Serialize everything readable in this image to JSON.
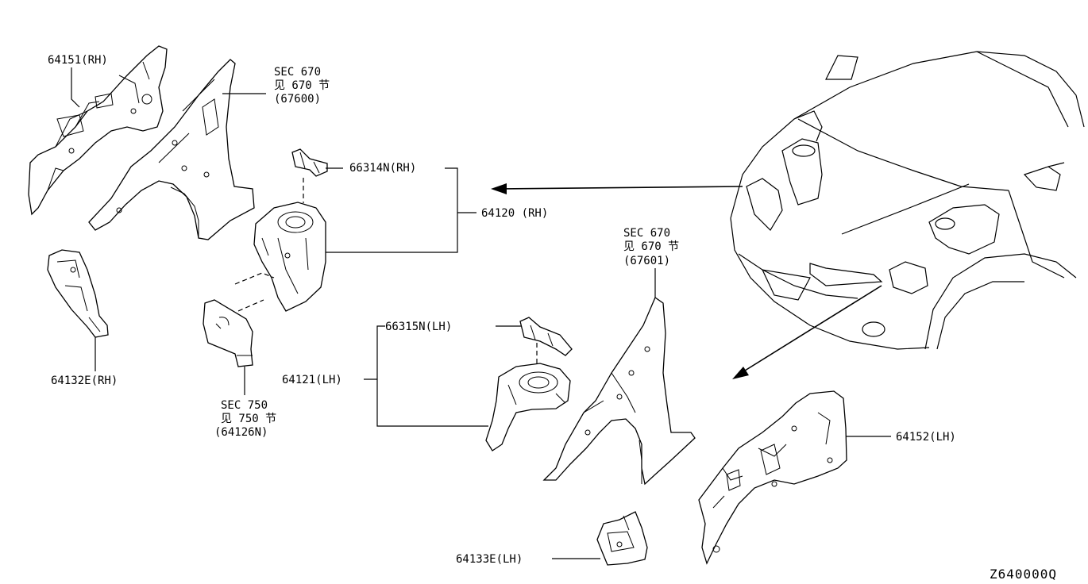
{
  "diagram": {
    "code": "Z640000Q",
    "labels": {
      "p64151_rh": "64151(RH)",
      "p67600_sec": "SEC 670",
      "p67600_jp": "见 670 节",
      "p67600_ref": "(67600)",
      "p66314n_rh": "66314N(RH)",
      "p64120_rh": "64120  (RH)",
      "p64132e_rh": "64132E(RH)",
      "p64126n_sec": "SEC 750",
      "p64126n_jp": "见 750 节",
      "p64126n_ref": "(64126N)",
      "p67601_sec": "SEC 670",
      "p67601_jp": "见 670 节",
      "p67601_ref": "(67601)",
      "p66315n_lh": "66315N(LH)",
      "p64121_lh": "64121(LH)",
      "p64152_lh": "64152(LH)",
      "p64133e_lh": "64133E(LH)"
    }
  }
}
